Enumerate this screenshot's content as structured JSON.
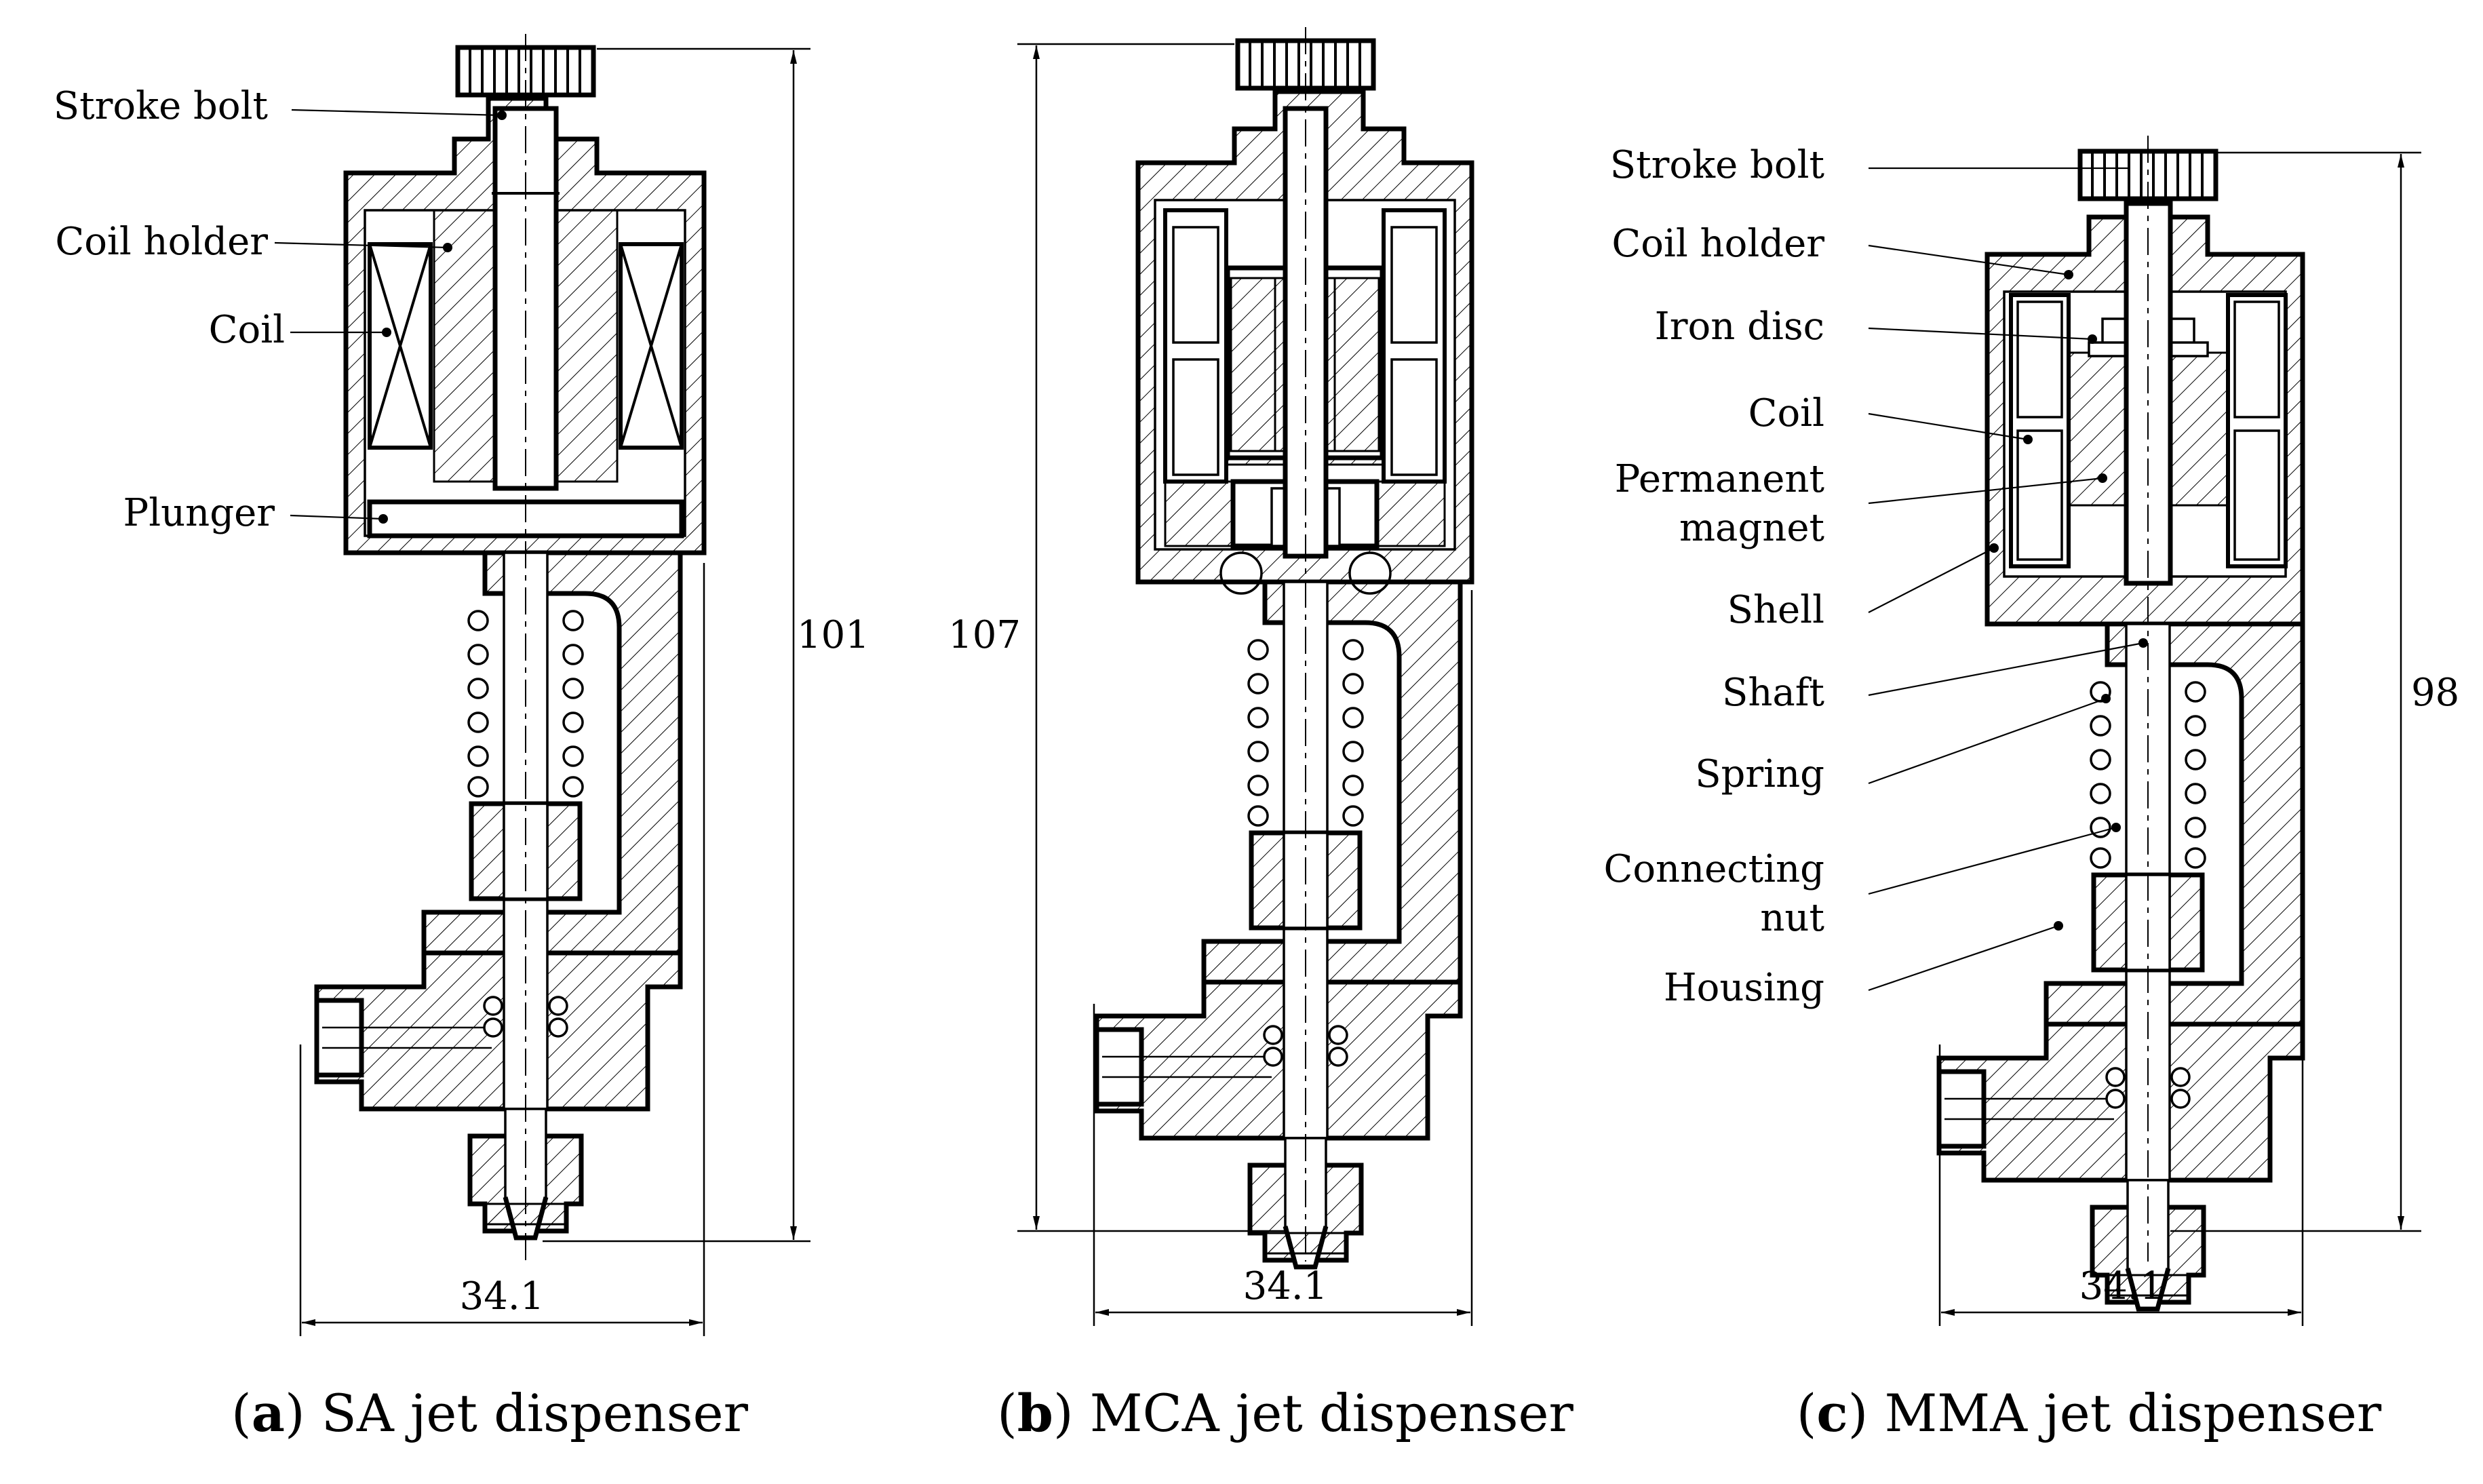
{
  "panels": {
    "a": {
      "caption_letter": "a",
      "caption_text": " SA jet dispenser",
      "labels": {
        "stroke_bolt": "Stroke bolt",
        "coil_holder": "Coil holder",
        "coil": "Coil",
        "plunger": "Plunger"
      },
      "height_dim": "101",
      "width_dim": "34.1"
    },
    "b": {
      "caption_letter": "b",
      "caption_text": " MCA jet dispenser",
      "height_dim": "107",
      "width_dim": "34.1"
    },
    "c": {
      "caption_letter": "c",
      "caption_text": " MMA jet dispenser",
      "labels": {
        "stroke_bolt": "Stroke bolt",
        "coil_holder": "Coil holder",
        "iron_disc": "Iron disc",
        "coil": "Coil",
        "permanent_magnet_1": "Permanent",
        "permanent_magnet_2": "magnet",
        "shell": "Shell",
        "shaft": "Shaft",
        "spring": "Spring",
        "connecting_nut_1": "Connecting",
        "connecting_nut_2": "nut",
        "housing": "Housing"
      },
      "height_dim": "98",
      "width_dim": "34.1"
    }
  }
}
